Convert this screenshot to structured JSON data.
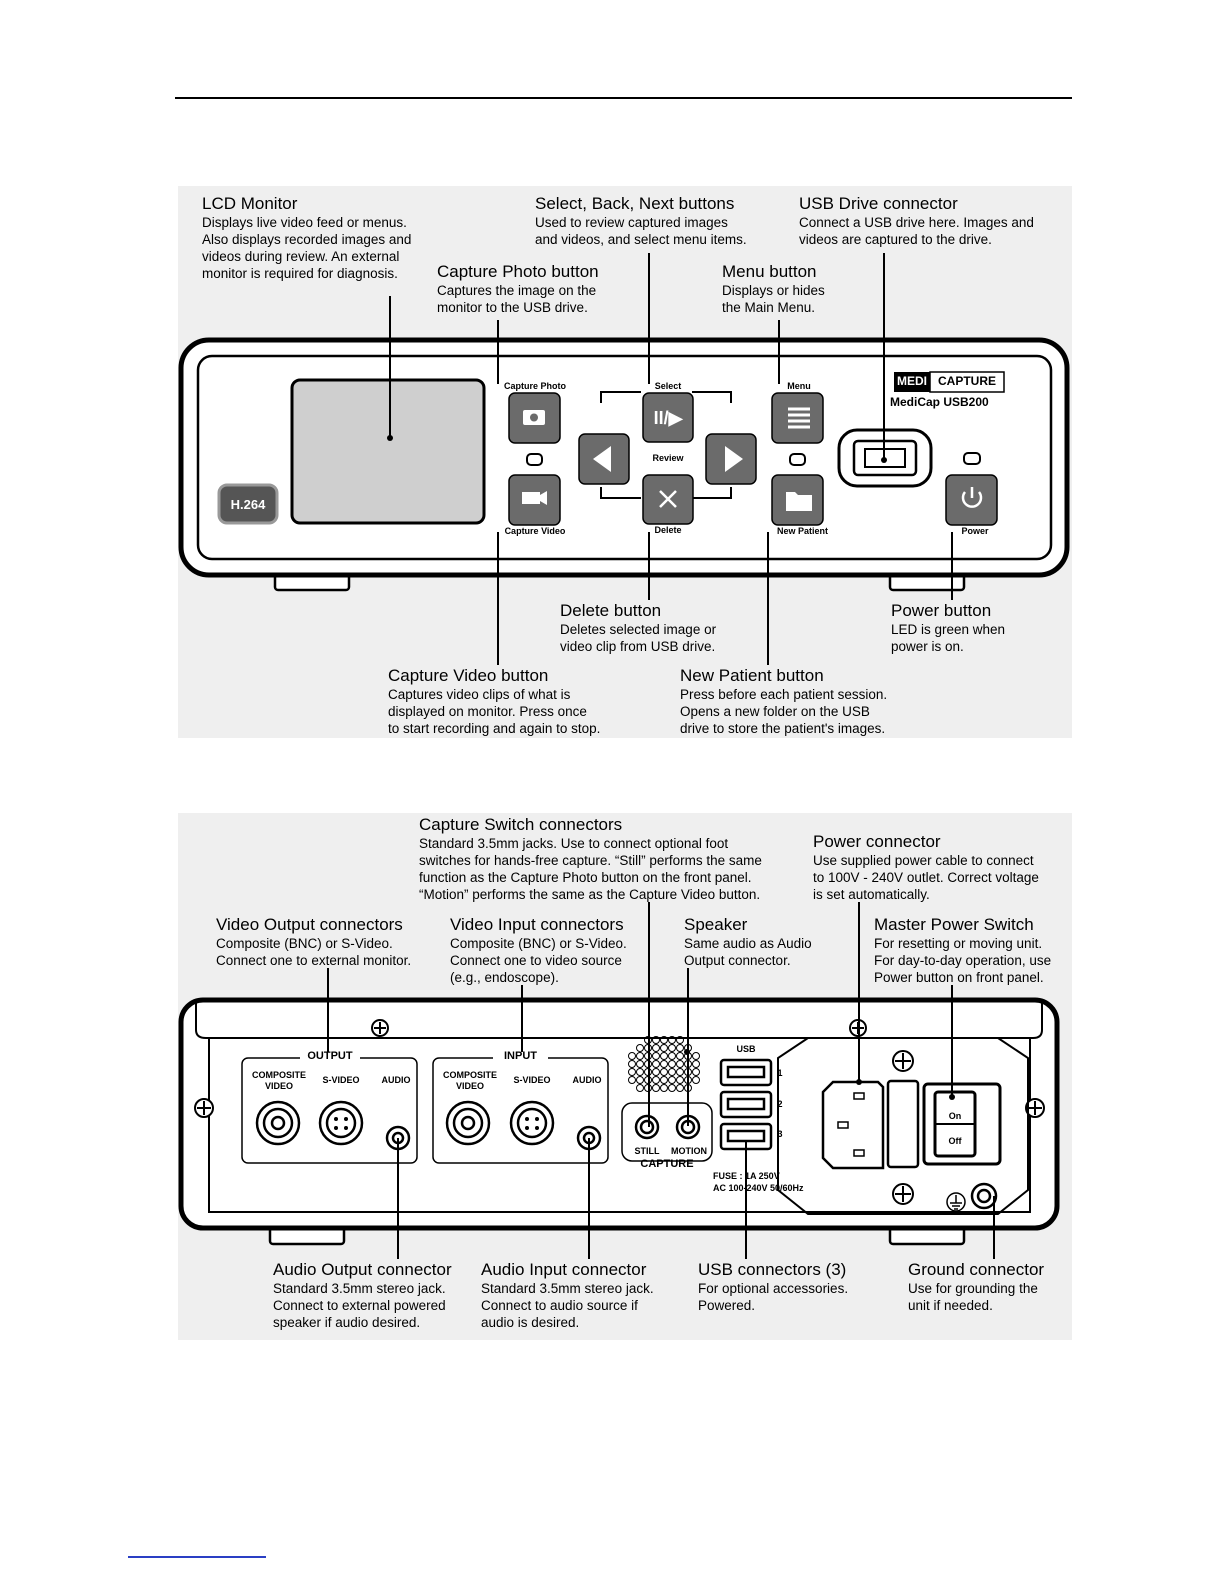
{
  "front_panel": {
    "callouts": {
      "lcd": {
        "title": "LCD Monitor",
        "lines": [
          "Displays live video feed or menus.",
          "Also displays recorded images and",
          "videos during review. An external",
          "monitor is required for diagnosis."
        ]
      },
      "select": {
        "title": "Select, Back, Next buttons",
        "lines": [
          "Used to review captured images",
          "and videos, and select menu items."
        ]
      },
      "usb_drive": {
        "title": "USB Drive connector",
        "lines": [
          "Connect a USB drive here. Images and",
          "videos are captured to the drive."
        ]
      },
      "capture_photo": {
        "title": "Capture Photo button",
        "lines": [
          "Captures the image on the",
          "monitor to the USB drive."
        ]
      },
      "menu": {
        "title": "Menu button",
        "lines": [
          "Displays or hides",
          "the Main Menu."
        ]
      },
      "delete": {
        "title": "Delete button",
        "lines": [
          "Deletes selected image or",
          "video clip from USB drive."
        ]
      },
      "power": {
        "title": "Power button",
        "lines": [
          "LED is green when",
          "power is on."
        ]
      },
      "capture_video": {
        "title": "Capture Video button",
        "lines": [
          "Captures video clips of what is",
          "displayed on monitor. Press once",
          "to start recording and again to stop."
        ]
      },
      "new_patient": {
        "title": "New Patient button",
        "lines": [
          "Press before each patient session.",
          "Opens a new folder on the USB",
          "drive to store the patient's images."
        ]
      }
    },
    "labels": {
      "capture_photo": "Capture Photo",
      "capture_video": "Capture Video",
      "select": "Select",
      "review": "Review",
      "delete": "Delete",
      "menu": "Menu",
      "new_patient": "New Patient",
      "power": "Power",
      "h264": "H.264",
      "brand_a": "MEDI",
      "brand_b": "CAPTURE",
      "model": "MediCap USB200"
    }
  },
  "rear_panel": {
    "callouts": {
      "capture_switch": {
        "title": "Capture Switch connectors",
        "lines": [
          "Standard 3.5mm jacks. Use to connect optional foot",
          "switches for hands-free capture. “Still” performs the same",
          "function as the Capture Photo button on the front panel.",
          "“Motion” performs the same as the Capture Video button."
        ]
      },
      "power_connector": {
        "title": "Power connector",
        "lines": [
          "Use supplied power cable to connect",
          "to 100V - 240V outlet. Correct voltage",
          "is set automatically."
        ]
      },
      "video_output": {
        "title": "Video Output connectors",
        "lines": [
          "Composite (BNC) or S-Video.",
          "Connect one to external monitor."
        ]
      },
      "video_input": {
        "title": "Video Input connectors",
        "lines": [
          "Composite (BNC) or S-Video.",
          "Connect one to video source",
          "(e.g., endoscope)."
        ]
      },
      "speaker": {
        "title": "Speaker",
        "lines": [
          "Same audio as Audio",
          "Output connector."
        ]
      },
      "master_power": {
        "title": "Master Power Switch",
        "lines": [
          "For resetting or moving unit.",
          "For day-to-day operation, use",
          "Power button on front panel."
        ]
      },
      "audio_output": {
        "title": "Audio Output connector",
        "lines": [
          "Standard 3.5mm stereo jack.",
          "Connect to external powered",
          "speaker if audio desired."
        ]
      },
      "audio_input": {
        "title": "Audio Input connector",
        "lines": [
          "Standard 3.5mm stereo jack.",
          "Connect to audio source if",
          "audio is desired."
        ]
      },
      "usb": {
        "title": "USB connectors (3)",
        "lines": [
          "For optional accessories.",
          "Powered."
        ]
      },
      "ground": {
        "title": "Ground connector",
        "lines": [
          "Use for grounding the",
          "unit if needed."
        ]
      }
    },
    "labels": {
      "output": "OUTPUT",
      "input": "INPUT",
      "composite": "COMPOSITE",
      "video": "VIDEO",
      "svideo": "S-VIDEO",
      "audio": "AUDIO",
      "usb": "USB",
      "usb1": "1",
      "usb2": "2",
      "usb3": "3",
      "still": "STILL",
      "motion": "MOTION",
      "capture": "CAPTURE",
      "fuse": "FUSE : 1A  250V",
      "ac": "AC 100-240V  50/60Hz",
      "on": "On",
      "off": "Off"
    }
  }
}
